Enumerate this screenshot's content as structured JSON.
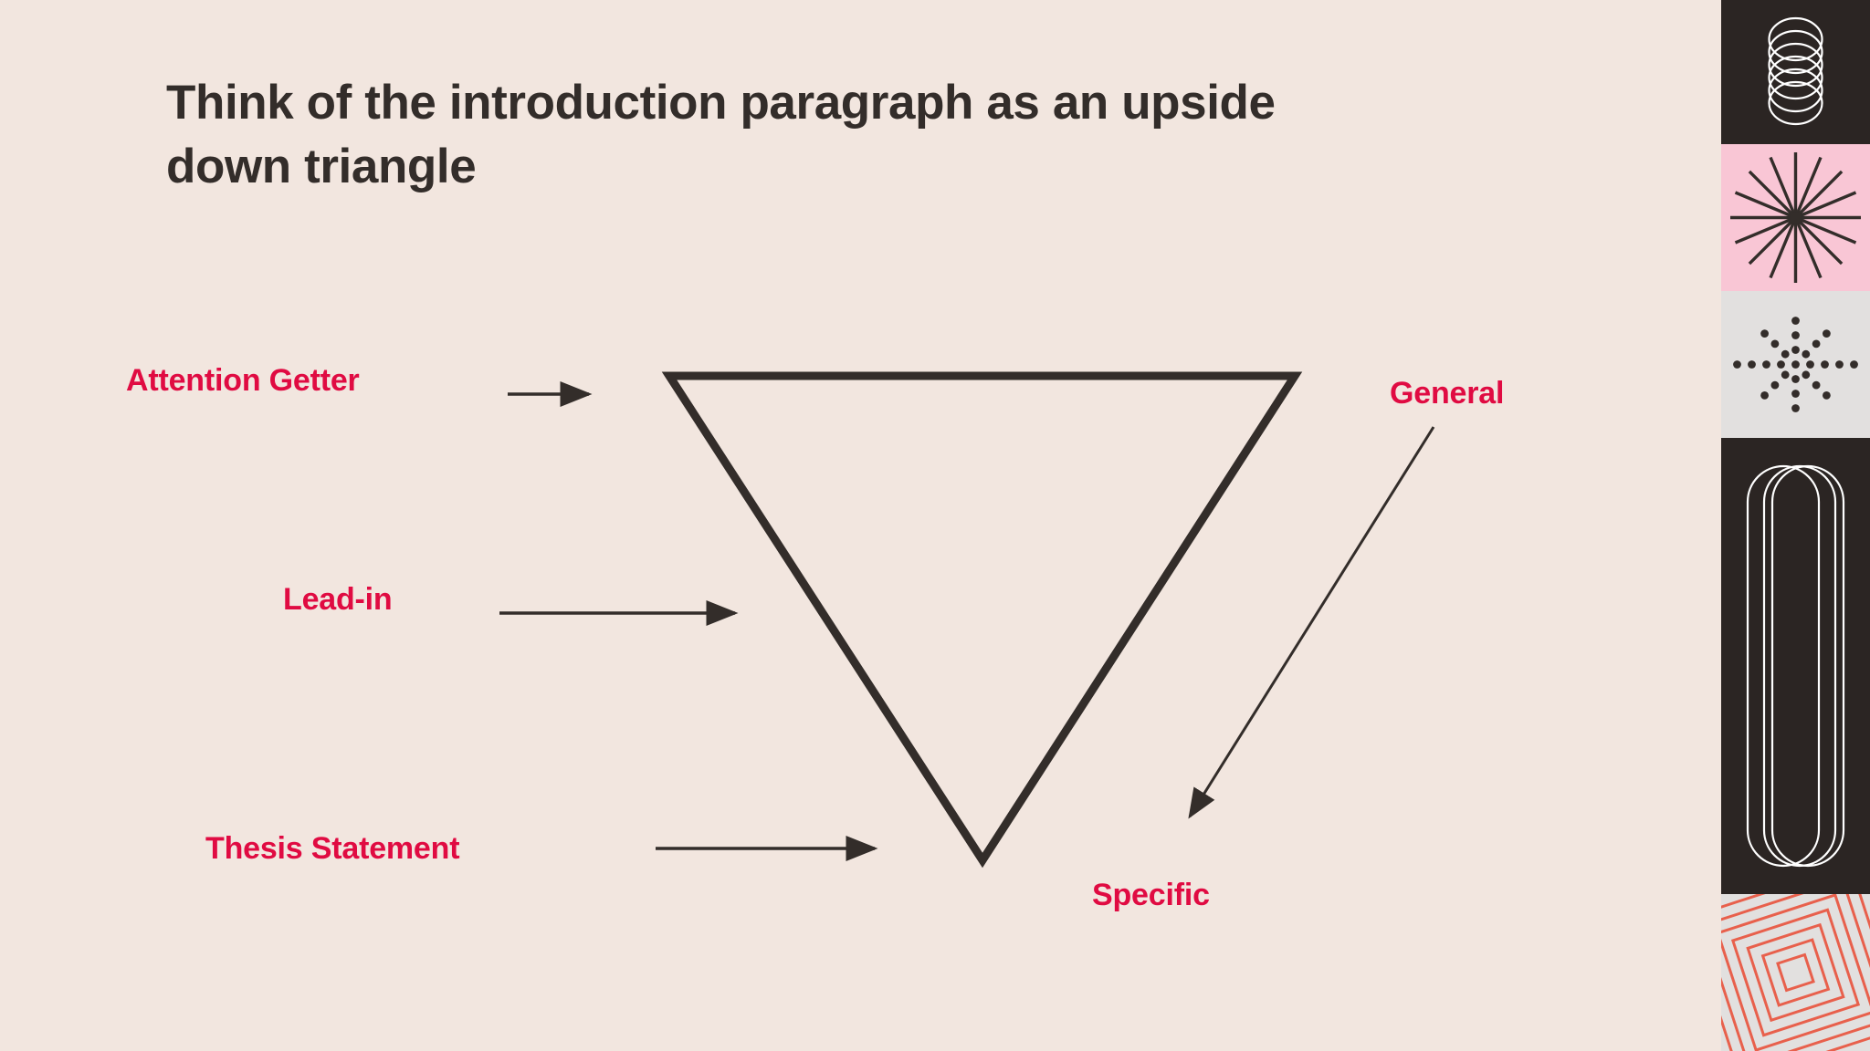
{
  "slide": {
    "background_color": "#f2e6df",
    "title": "Think of the introduction paragraph as an upside\ndown triangle"
  },
  "colors": {
    "background": "#f2e6df",
    "title_text": "#332d2a",
    "label_accent": "#e00b42",
    "shape_stroke": "#332d2a",
    "rail_dark": "#2b2523",
    "rail_pink": "#f9c6d5",
    "rail_gray": "#e2e0df",
    "rail_coral": "#e8604c",
    "rail_white": "#ffffff"
  },
  "diagram": {
    "shape_name": "upside-down-triangle",
    "labels": {
      "attention_getter": "Attention Getter",
      "lead_in": "Lead-in",
      "thesis_statement": "Thesis Statement",
      "general": "General",
      "specific": "Specific"
    },
    "arrows": [
      {
        "name": "arrow-attention-getter",
        "direction": "right"
      },
      {
        "name": "arrow-lead-in",
        "direction": "right"
      },
      {
        "name": "arrow-thesis-statement",
        "direction": "right"
      },
      {
        "name": "arrow-general-to-specific",
        "direction": "down-left"
      }
    ]
  },
  "rail": {
    "panels": [
      {
        "name": "rail-panel-circles",
        "motif": "overlapping-circles-icon",
        "background": "#2b2523",
        "stroke": "#ffffff"
      },
      {
        "name": "rail-panel-starburst",
        "motif": "starburst-lines-icon",
        "background": "#f9c6d5",
        "stroke": "#332d2a"
      },
      {
        "name": "rail-panel-dots",
        "motif": "dotted-starburst-icon",
        "background": "#e2e0df",
        "stroke": "#332d2a"
      },
      {
        "name": "rail-panel-pills",
        "motif": "overlapping-pills-icon",
        "background": "#2b2523",
        "stroke": "#ffffff"
      },
      {
        "name": "rail-panel-squares",
        "motif": "concentric-squares-icon",
        "background": "#e2e0df",
        "stroke": "#e8604c"
      }
    ]
  }
}
